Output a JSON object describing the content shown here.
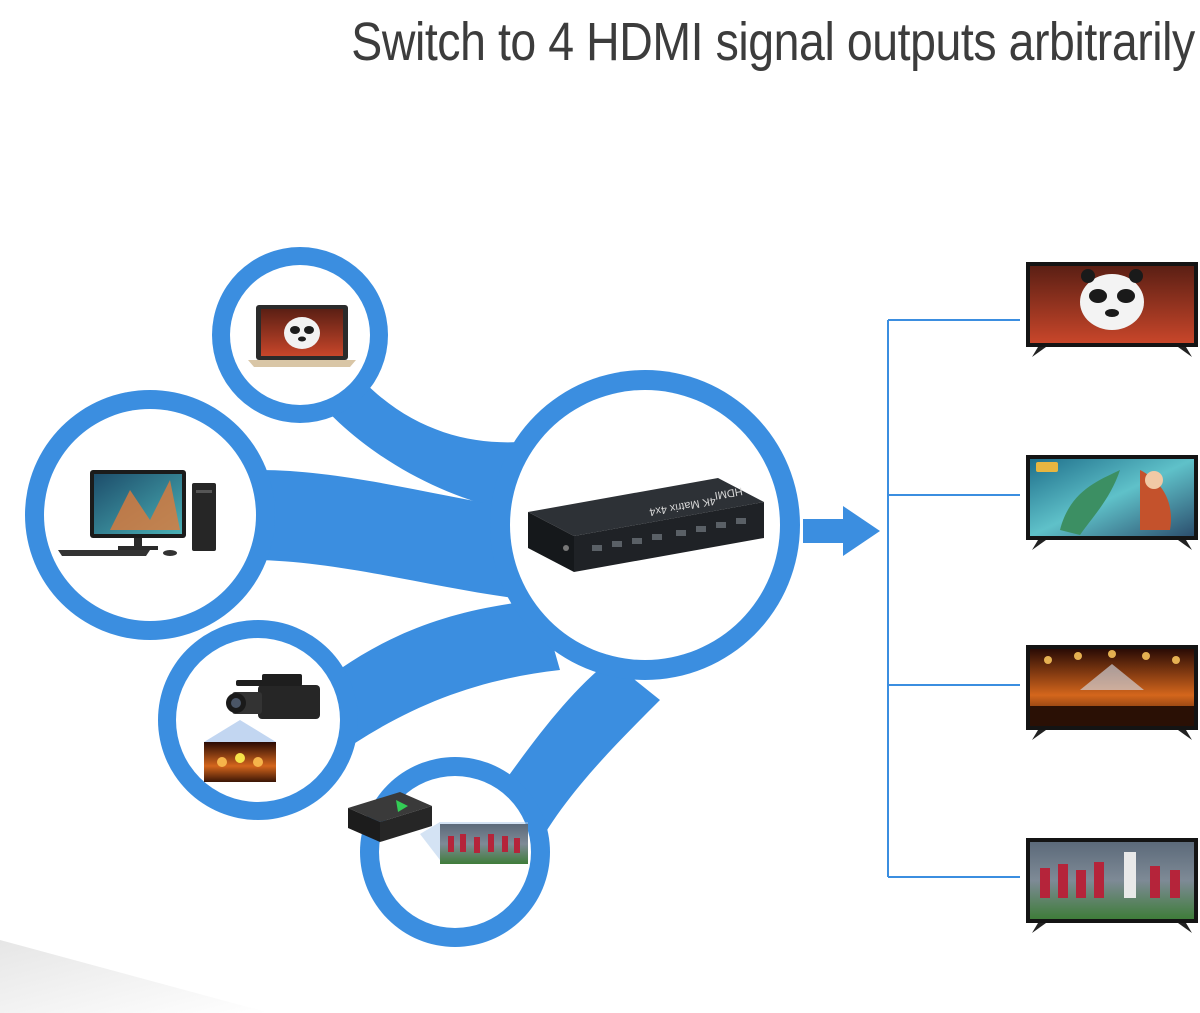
{
  "headline": "Switch to 4 HDMI signal outputs arbitrarily",
  "device": {
    "model_label": "4K Matrix 4x4",
    "brand_label": "HDMI"
  },
  "colors": {
    "accent_blue": "#3b8ee0",
    "headline_text": "#3c3c3c",
    "device_body": "#1f2226",
    "connector_line": "#3b8ee0"
  },
  "sources": [
    {
      "icon": "laptop-icon"
    },
    {
      "icon": "desktop-pc-icon"
    },
    {
      "icon": "camcorder-icon"
    },
    {
      "icon": "set-top-box-icon"
    }
  ],
  "outputs": [
    {
      "icon": "tv-icon",
      "scene": "animated-panda"
    },
    {
      "icon": "tv-icon",
      "scene": "fantasy-game-art"
    },
    {
      "icon": "tv-icon",
      "scene": "concert-stage"
    },
    {
      "icon": "tv-icon",
      "scene": "football-match"
    }
  ]
}
